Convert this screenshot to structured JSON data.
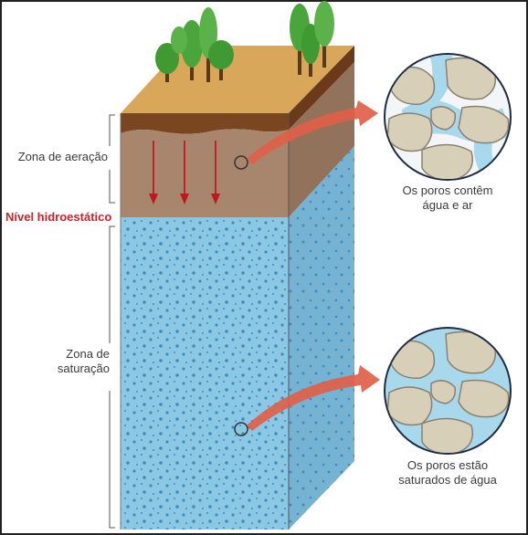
{
  "labels": {
    "aeration_zone": "Zona de aeração",
    "water_table": "Nível hidroestático",
    "saturation_zone_line1": "Zona de",
    "saturation_zone_line2": "saturação",
    "top_callout_line1": "Os poros contêm",
    "top_callout_line2": "água e ar",
    "bottom_callout_line1": "Os poros estão",
    "bottom_callout_line2": "saturados de água"
  },
  "colors": {
    "grass": "#d9a75a",
    "topsoil": "#7a4620",
    "aeration_soil": "#a8866e",
    "saturated_water": "#8cc8e4",
    "water_dots": "#3a8cc4",
    "arrow_red": "#e06048",
    "down_arrows": "#c01820",
    "water_table_text": "#d0202a",
    "tree_green": "#3f9a34",
    "rock": "#d8cfb8",
    "lens_border": "#1f2a44"
  },
  "icons": {
    "trees": "tree-icon",
    "down_arrows": "arrow-down-icon",
    "callout_arrows": "arrow-right-icon",
    "magnifier_lenses": "magnified-pores-icon"
  }
}
